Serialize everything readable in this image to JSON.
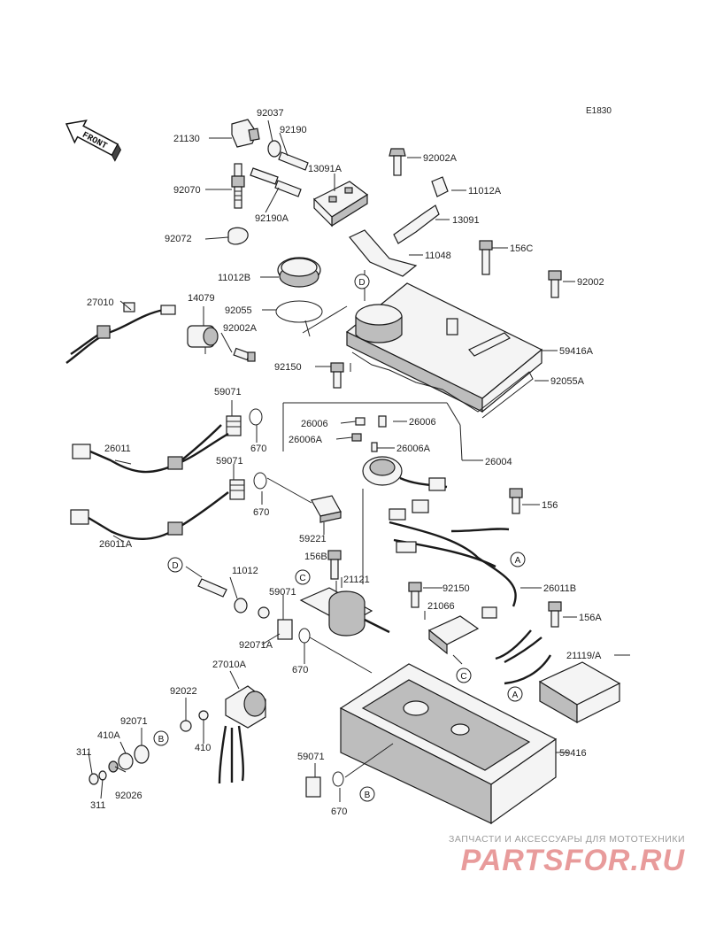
{
  "diagram_code": "E1830",
  "front_marker": "FRONT",
  "parts": [
    "21130",
    "92037",
    "92190",
    "92070",
    "92190A",
    "13091A",
    "92072",
    "92002A",
    "11012A",
    "13091",
    "11048",
    "156C",
    "92002",
    "11012B",
    "27010",
    "14079",
    "92055",
    "92002A",
    "59416A",
    "92055A",
    "92150",
    "59071",
    "26006",
    "26006",
    "670",
    "26006A",
    "26006A",
    "26011",
    "26004",
    "59071",
    "670",
    "59221",
    "156",
    "26011A",
    "156B",
    "21121",
    "11012",
    "59071",
    "92150",
    "26011B",
    "21066",
    "156A",
    "92071A",
    "670",
    "27010A",
    "21119/A",
    "92022",
    "92071",
    "410A",
    "410",
    "311",
    "92026",
    "311",
    "59416",
    "59071",
    "670"
  ],
  "refs": [
    "D",
    "D",
    "C",
    "C",
    "A",
    "A",
    "B",
    "B"
  ],
  "watermark": {
    "subtitle": "ЗАПЧАСТИ И АКСЕССУАРЫ ДЛЯ МОТОТЕХНИКИ",
    "logo": "PARTSFOR.RU"
  }
}
